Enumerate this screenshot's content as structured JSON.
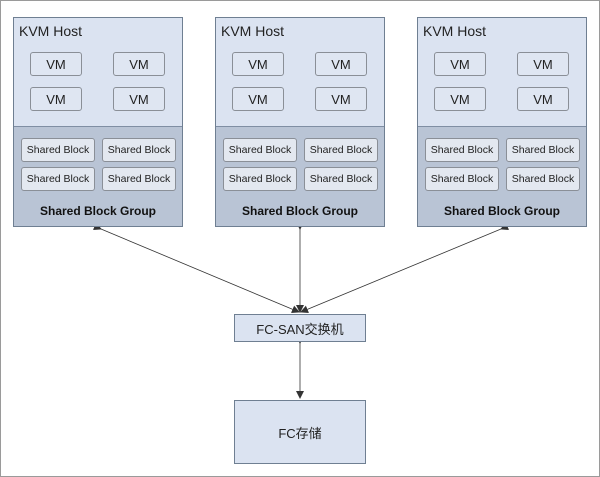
{
  "hosts": [
    {
      "title": "KVM Host",
      "vms": [
        "VM",
        "VM",
        "VM",
        "VM"
      ],
      "shared_blocks": [
        "Shared Block",
        "Shared Block",
        "Shared Block",
        "Shared Block"
      ],
      "group_label": "Shared Block Group"
    },
    {
      "title": "KVM Host",
      "vms": [
        "VM",
        "VM",
        "VM",
        "VM"
      ],
      "shared_blocks": [
        "Shared Block",
        "Shared Block",
        "Shared Block",
        "Shared Block"
      ],
      "group_label": "Shared Block Group"
    },
    {
      "title": "KVM Host",
      "vms": [
        "VM",
        "VM",
        "VM",
        "VM"
      ],
      "shared_blocks": [
        "Shared Block",
        "Shared Block",
        "Shared Block",
        "Shared Block"
      ],
      "group_label": "Shared Block Group"
    }
  ],
  "switch_label": "FC-SAN交换机",
  "storage_label": "FC存储",
  "colors": {
    "host_fill": "#dbe3f1",
    "group_fill": "#b9c4d5",
    "border": "#6f7f92",
    "connector": "#333333"
  }
}
